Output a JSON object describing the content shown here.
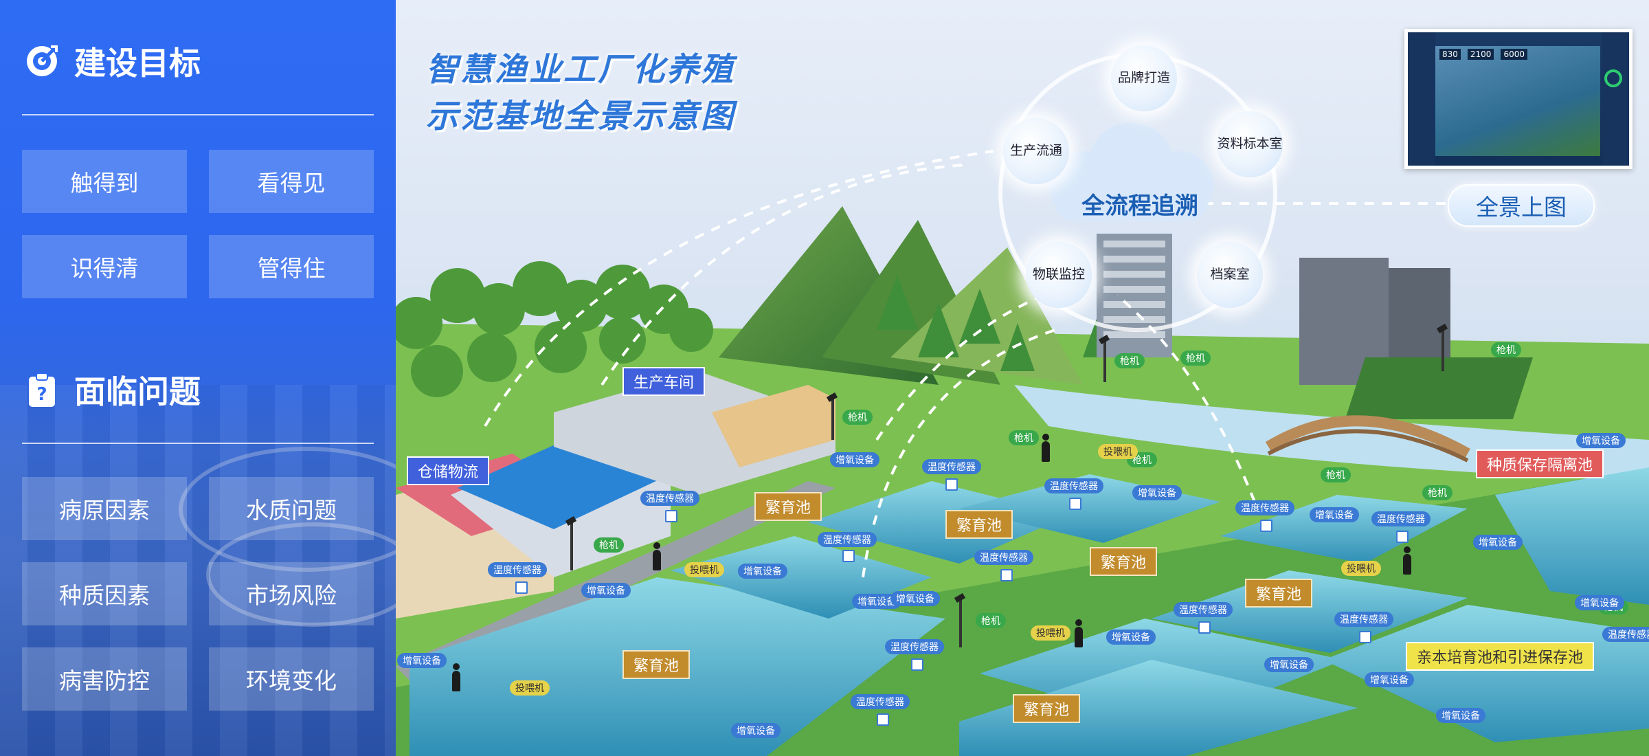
{
  "left_panel": {
    "goals": {
      "title": "建设目标",
      "icon": "target-icon",
      "items": [
        "触得到",
        "看得见",
        "识得清",
        "管得住"
      ]
    },
    "problems": {
      "title": "面临问题",
      "icon": "clipboard-question-icon",
      "items": [
        "病原因素",
        "水质问题",
        "种质因素",
        "市场风险",
        "病害防控",
        "环境变化"
      ]
    }
  },
  "scene": {
    "title_line1": "智慧渔业工厂化养殖",
    "title_line2": "示范基地全景示意图",
    "cloud_label": "全流程追溯",
    "bubbles": [
      "品牌打造",
      "资料标本室",
      "生产流通",
      "物联监控",
      "档案室"
    ],
    "panorama_button": "全景上图",
    "thumbnail_numbers": [
      "830",
      "2100",
      "6000"
    ],
    "zones": {
      "warehouse": "仓储物流",
      "workshop": "生产车间",
      "isolation": "种质保存隔离池",
      "parent_pool": "亲本培育池和引进保存池",
      "breeding_pool": "繁育池"
    },
    "device_labels": {
      "gun": "枪机",
      "oxygen": "增氧设备",
      "temperature": "温度传感器",
      "feeder": "投喂机"
    }
  },
  "colors": {
    "panel_blue": "#2f6cf4",
    "title_blue": "#2e77d9",
    "zone_blue": "#4060dc",
    "zone_red": "#e15b5b",
    "zone_gold": "#c28b2c",
    "tag_blue": "#3a79d4",
    "tag_green": "#38a84a"
  }
}
